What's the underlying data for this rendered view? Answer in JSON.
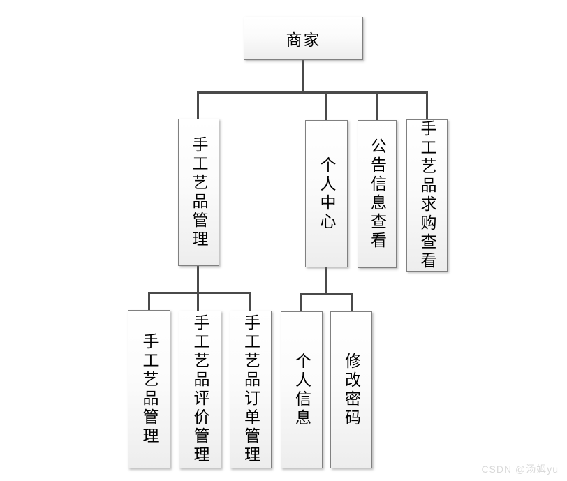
{
  "diagram": {
    "root": {
      "label": "商家"
    },
    "level2": {
      "crafts_mgmt": "手工艺品管理",
      "personal_center": "个人中心",
      "announcement_view": "公告信息查看",
      "purchase_request_view": "手工艺品求购查看"
    },
    "level3": {
      "crafts_mgmt_sub": "手工艺品管理",
      "crafts_review_mgmt": "手工艺品评价管理",
      "crafts_order_mgmt": "手工艺品订单管理",
      "personal_info": "个人信息",
      "change_password": "修改密码"
    }
  },
  "watermark": "CSDN @汤姆yu",
  "colors": {
    "connector": "#4a4a4a",
    "node_border": "#808080",
    "node_fill_top": "#ffffff",
    "node_fill_bottom": "#ededed",
    "watermark_text": "#d9d9d9"
  }
}
